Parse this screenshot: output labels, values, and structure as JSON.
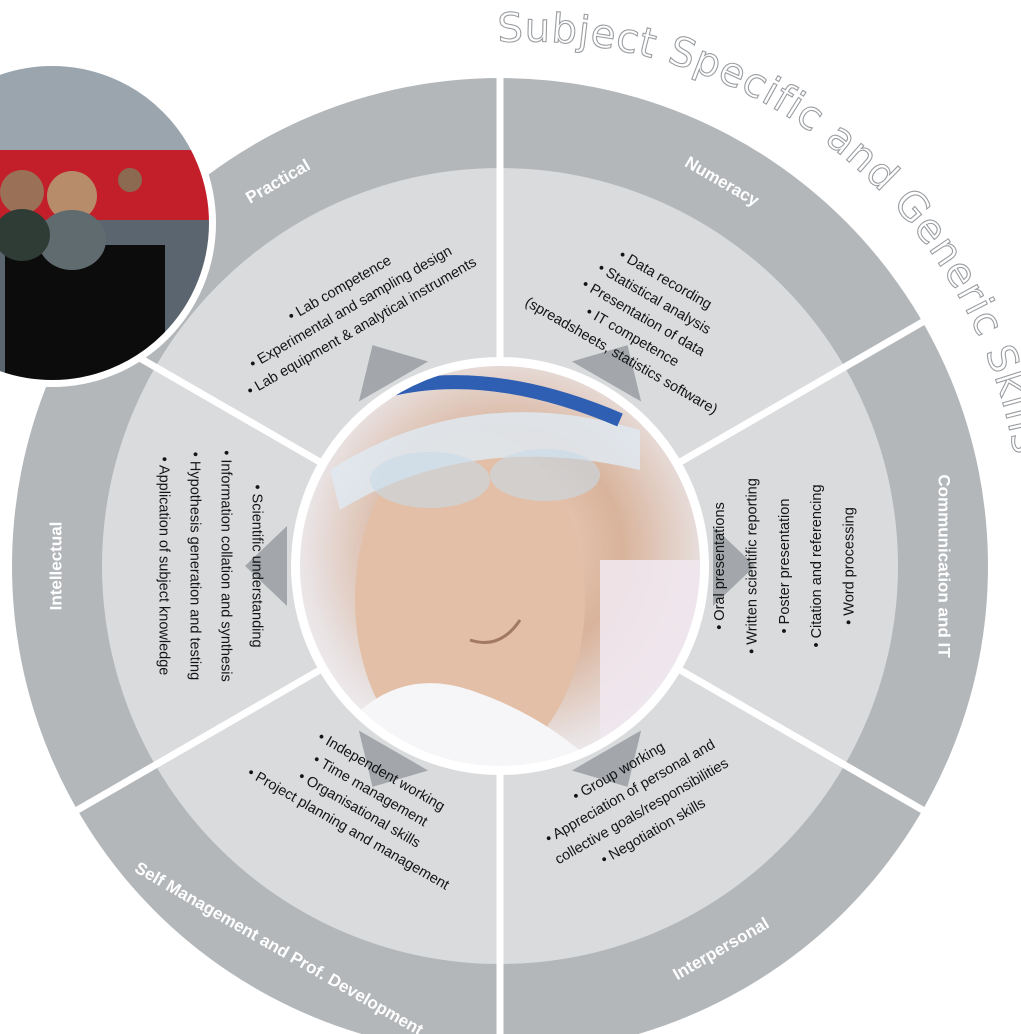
{
  "title": "Subject Specific and Generic Skills",
  "colors": {
    "outer_ring": "#b4b7ba",
    "inner_disc": "#d9dbdd",
    "divider": "#ffffff",
    "arrow": "#a3a7ab",
    "title": "#9a9da1",
    "label": "#ffffff",
    "text": "#141414"
  },
  "center_image": {
    "subject": "student-in-safety-goggles-photo"
  },
  "corner_image": {
    "subject": "students-in-computer-lab-photo"
  },
  "segments": [
    {
      "id": "practical",
      "label": "Practical",
      "items": [
        "• Lab competence",
        "• Experimental and sampling design",
        "• Lab equipment & analytical instruments"
      ]
    },
    {
      "id": "numeracy",
      "label": "Numeracy",
      "items": [
        "• Data recording",
        "• Statistical analysis",
        "• Presentation of data",
        "• IT competence",
        "(spreadsheets, statistics software)"
      ]
    },
    {
      "id": "communication",
      "label": "Communication and IT",
      "items": [
        "• Oral presentations",
        "• Written scientific reporting",
        "• Poster presentation",
        "• Citation and referencing",
        "• Word processing"
      ]
    },
    {
      "id": "interpersonal",
      "label": "Interpersonal",
      "items": [
        "• Group working",
        "• Appreciation of personal and",
        "collective goals/responsibilities",
        "• Negotiation skills"
      ]
    },
    {
      "id": "self-management",
      "label": "Self Management and Prof. Development",
      "items": [
        "• Independent working",
        "• Time management",
        "• Organisational skills",
        "• Project planning and management"
      ]
    },
    {
      "id": "intellectual",
      "label": "Intellectual",
      "items": [
        "• Scientific understanding",
        "• Information collation and synthesis",
        "• Hypothesis generation and testing",
        "• Application of subject knowledge"
      ]
    }
  ]
}
